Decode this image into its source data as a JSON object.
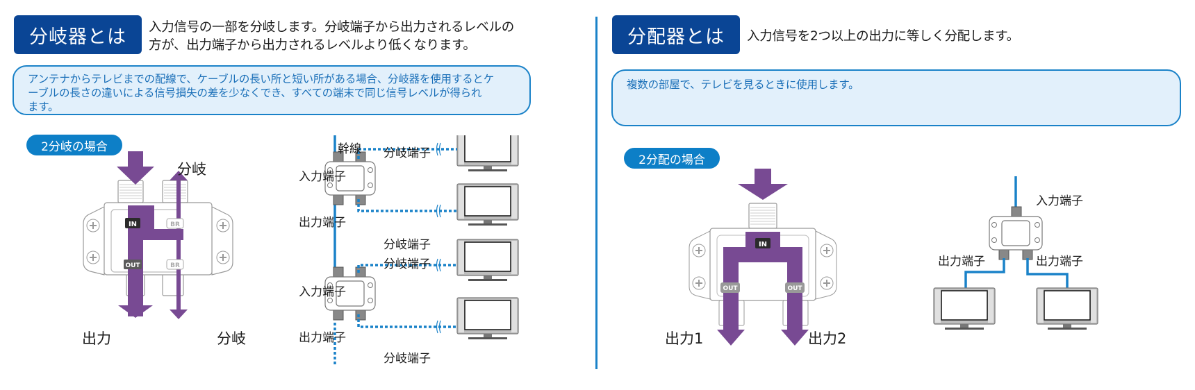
{
  "colors": {
    "title_bg": "#0a4595",
    "accent_blue": "#1a82c8",
    "note_bg": "#e2f0fb",
    "pill_bg": "#0d7fc7",
    "arrow_purple": "#784a93",
    "device_stroke": "#8a8a8a"
  },
  "left": {
    "title": "分岐器とは",
    "lead_lines": [
      "入力信号の一部を分岐します。分岐端子から出力されるレベルの",
      "方が、出力端子から出力されるレベルより低くなります。"
    ],
    "note_lines": [
      "アンテナからテレビまでの配線で、ケーブルの長い所と短い所がある場合、分岐器を使用するとケ",
      "ーブルの長さの違いによる信号損失の差を少なくでき、すべての端末で同じ信号レベルが得られ",
      "ます。"
    ],
    "pill": "2分岐の場合",
    "device": {
      "port_in": "IN",
      "port_out": "OUT",
      "port_br_top": "BR",
      "port_br_bottom": "BR",
      "label_branch_top": "分岐",
      "label_output": "出力",
      "label_branch_bottom": "分岐"
    },
    "wiring": {
      "trunk_label": "幹線",
      "units": [
        {
          "input_label": "入力端子",
          "output_label": "出力端子",
          "branch_top_label": "分岐端子",
          "branch_bottom_label": "分岐端子"
        },
        {
          "input_label": "入力端子",
          "output_label": "出力端子",
          "branch_top_label": "分岐端子",
          "branch_bottom_label": "分岐端子"
        }
      ],
      "tv_count": 4
    }
  },
  "right": {
    "title": "分配器とは",
    "lead_lines": [
      "入力信号を2つ以上の出力に等しく分配します。"
    ],
    "note_lines": [
      "複数の部屋で、テレビを見るときに使用します。"
    ],
    "pill": "2分配の場合",
    "device": {
      "port_in": "IN",
      "port_out_left": "OUT",
      "port_out_right": "OUT",
      "label_output1": "出力1",
      "label_output2": "出力2"
    },
    "wiring": {
      "input_label": "入力端子",
      "output_left_label": "出力端子",
      "output_right_label": "出力端子",
      "tv_count": 2
    }
  }
}
